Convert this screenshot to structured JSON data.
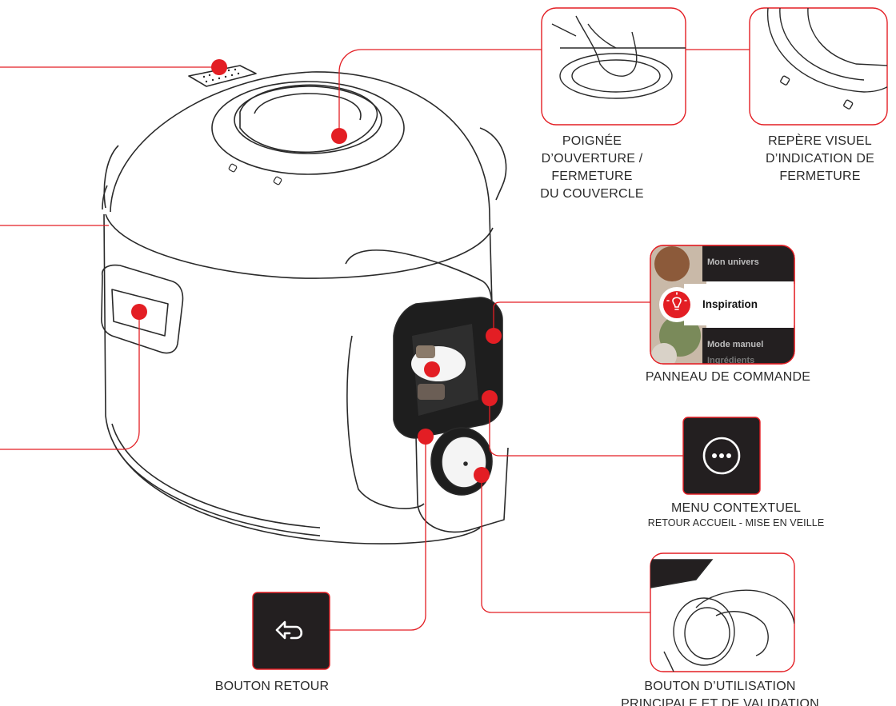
{
  "labels": {
    "handle": [
      "POIGNÉE",
      "D’OUVERTURE /",
      "FERMETURE",
      "DU COUVERCLE"
    ],
    "visual": [
      "REPÈRE VISUEL",
      "D’INDICATION DE",
      "FERMETURE"
    ],
    "panel": "PANNEAU DE COMMANDE",
    "menu": "MENU CONTEXTUEL",
    "menu_sub": "RETOUR ACCUEIL - MISE EN VEILLE",
    "back": "BOUTON RETOUR",
    "main": [
      "BOUTON D’UTILISATION",
      "PRINCIPALE ET DE VALIDATION"
    ]
  },
  "screen_menu": {
    "top": "Mon univers",
    "selected": "Inspiration",
    "bottom": "Mode manuel",
    "partial": "Ingrédients"
  },
  "colors": {
    "accent": "#e31e24",
    "outline": "#2a2a2a",
    "dark": "#231f20"
  },
  "icons": [
    "bulb-icon",
    "ellipsis-icon",
    "back-arrow-icon",
    "wifi-icon"
  ]
}
